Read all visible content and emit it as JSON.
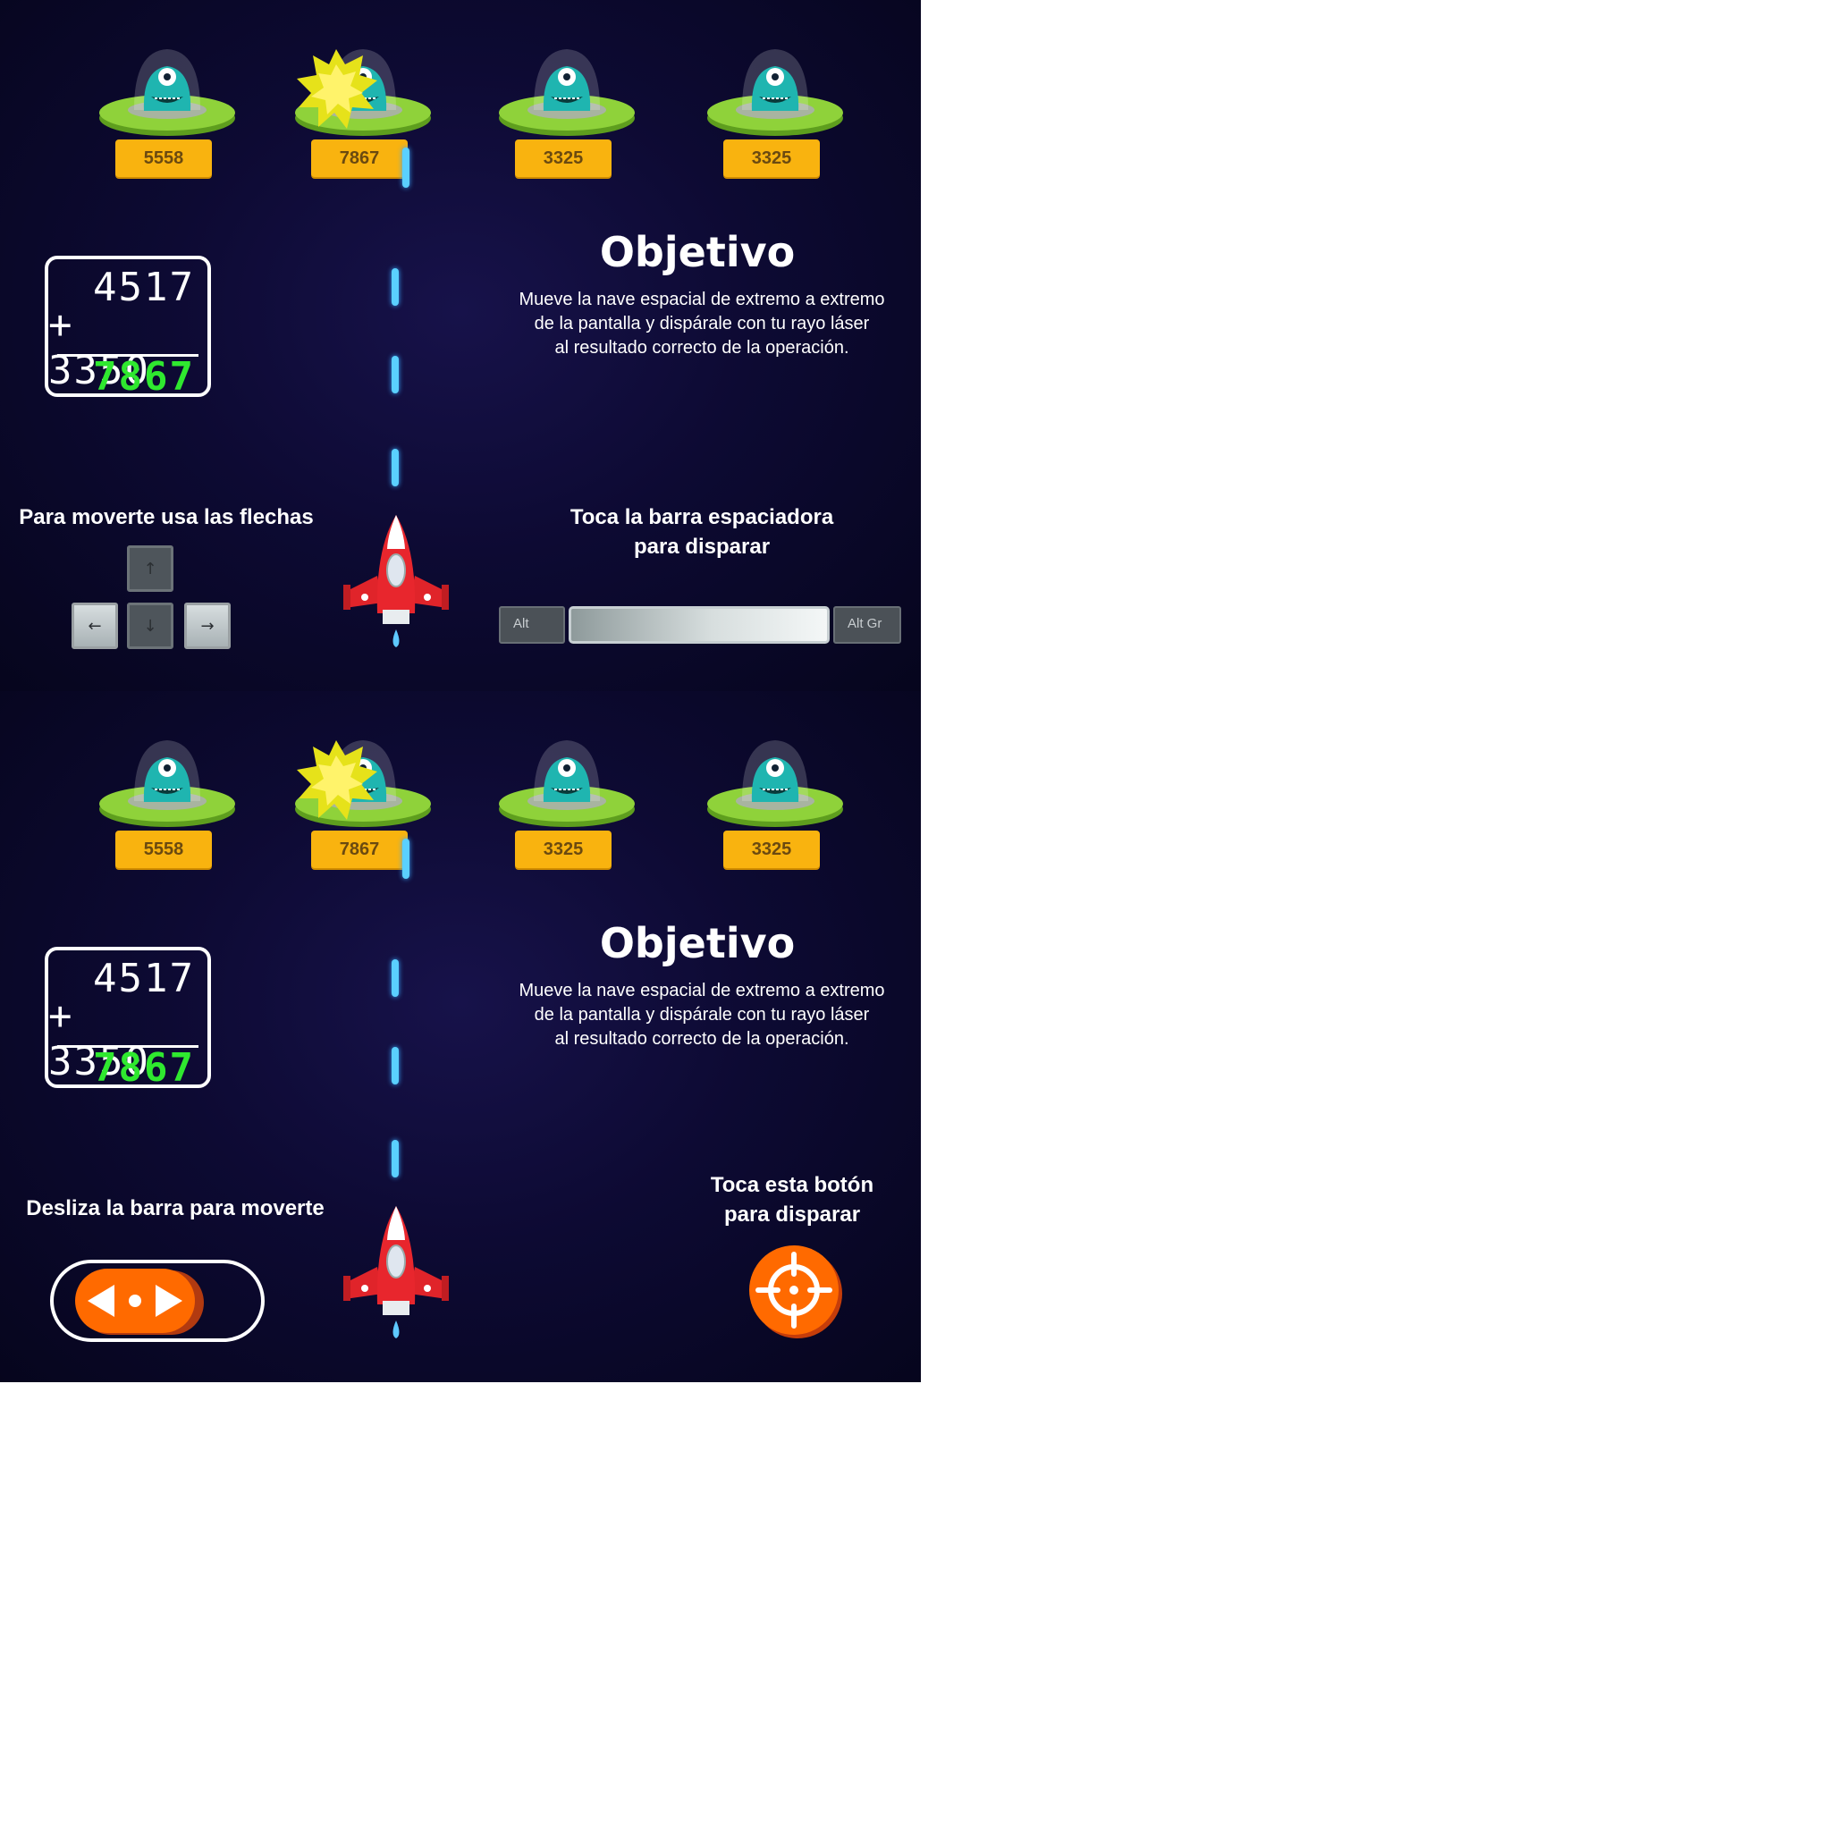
{
  "colors": {
    "background": "#0d0a33",
    "badge": "#f9b30f",
    "laser": "#5ad0ff",
    "result": "#2fe82f",
    "accent": "#ff6a00"
  },
  "desktop": {
    "aliens": [
      {
        "value": "5558"
      },
      {
        "value": "7867"
      },
      {
        "value": "3325"
      },
      {
        "value": "3325"
      }
    ],
    "operation": {
      "a": "4517",
      "b": "+ 3350",
      "result": "7867"
    },
    "objective_title": "Objetivo",
    "objective_lines": [
      "Mueve la nave espacial de extremo a extremo",
      "de la pantalla y dispárale con tu rayo láser",
      "al resultado correcto de la operación."
    ],
    "move_hint": "Para moverte usa las flechas",
    "shoot_hint": [
      "Toca la barra espaciadora",
      "para disparar"
    ],
    "keys": {
      "up": "↑",
      "left": "←",
      "down": "↓",
      "right": "→",
      "alt": "Alt",
      "altgr": "Alt Gr"
    }
  },
  "mobile": {
    "aliens": [
      {
        "value": "5558"
      },
      {
        "value": "7867"
      },
      {
        "value": "3325"
      },
      {
        "value": "3325"
      }
    ],
    "operation": {
      "a": "4517",
      "b": "+ 3350",
      "result": "7867"
    },
    "objective_title": "Objetivo",
    "objective_lines": [
      "Mueve la nave espacial de extremo a extremo",
      "de la pantalla y dispárale con tu rayo láser",
      "al resultado correcto de la operación."
    ],
    "move_hint": "Desliza la barra para moverte",
    "shoot_hint": [
      "Toca esta botón",
      "para disparar"
    ]
  },
  "icons": [
    "alien-ufo-icon",
    "explosion-icon",
    "spaceship-icon",
    "arrow-left-icon",
    "arrow-right-icon",
    "crosshair-icon"
  ]
}
